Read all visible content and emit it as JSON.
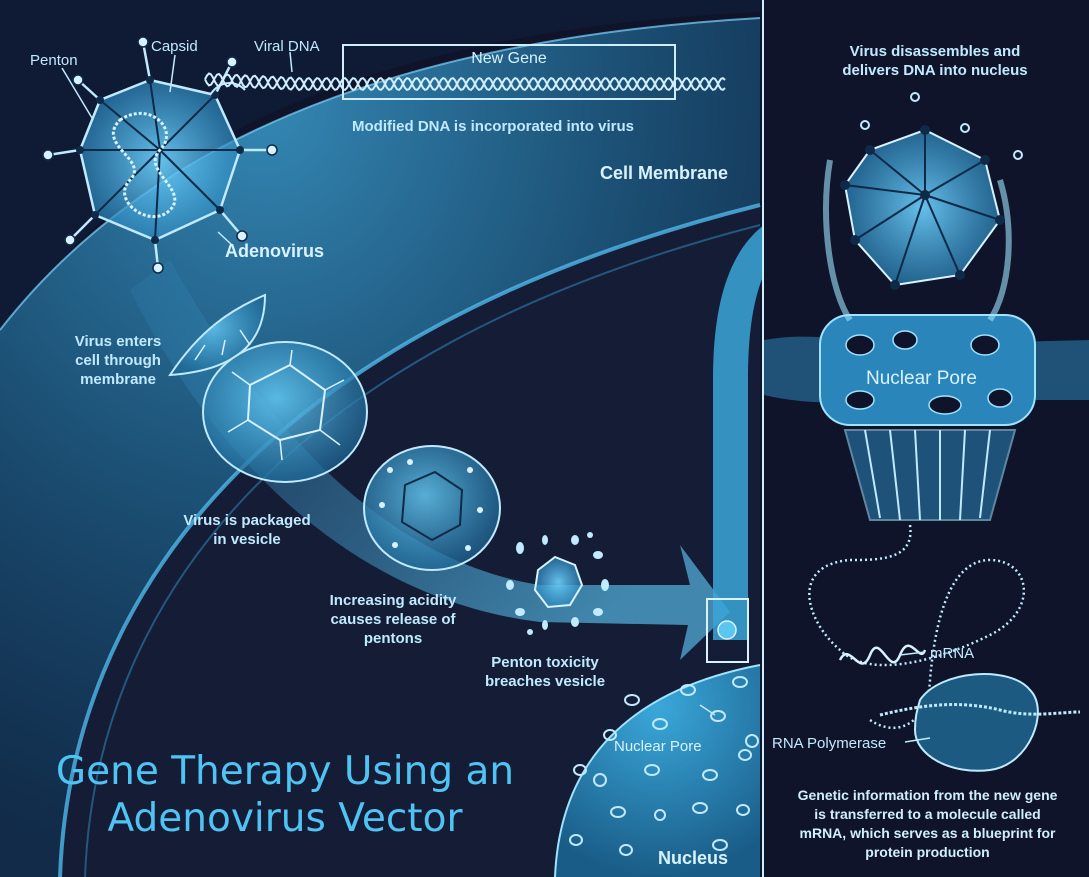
{
  "title": {
    "line1": "Gene Therapy Using an",
    "line2": "Adenovirus Vector"
  },
  "labels": {
    "penton": "Penton",
    "capsid": "Capsid",
    "viral_dna": "Viral DNA",
    "new_gene": "New Gene",
    "modified_dna": "Modified DNA is incorporated into virus",
    "adenovirus": "Adenovirus",
    "cell_membrane": "Cell Membrane",
    "virus_enters": [
      "Virus enters",
      "cell through",
      "membrane"
    ],
    "virus_packaged": [
      "Virus is packaged",
      "in vesicle"
    ],
    "increasing_acidity": [
      "Increasing acidity",
      "causes release of",
      "pentons"
    ],
    "penton_toxicity": [
      "Penton toxicity",
      "breaches vesicle"
    ],
    "nuclear_pore_small": "Nuclear Pore",
    "nucleus": "Nucleus",
    "virus_disassembles": [
      "Virus disassembles and",
      "delivers DNA into nucleus"
    ],
    "nuclear_pore_big": "Nuclear Pore",
    "mrna": "mRNA",
    "rna_polymerase": "RNA Polymerase",
    "genetic_info": [
      "Genetic information from the new gene",
      "is transferred to a molecule called",
      "mRNA, which serves as a blueprint for",
      "protein production"
    ]
  },
  "colors": {
    "background": "#10142a",
    "glow": "#4fc3f3",
    "line": "#9fe3ff",
    "cell": "#1e5f86"
  }
}
